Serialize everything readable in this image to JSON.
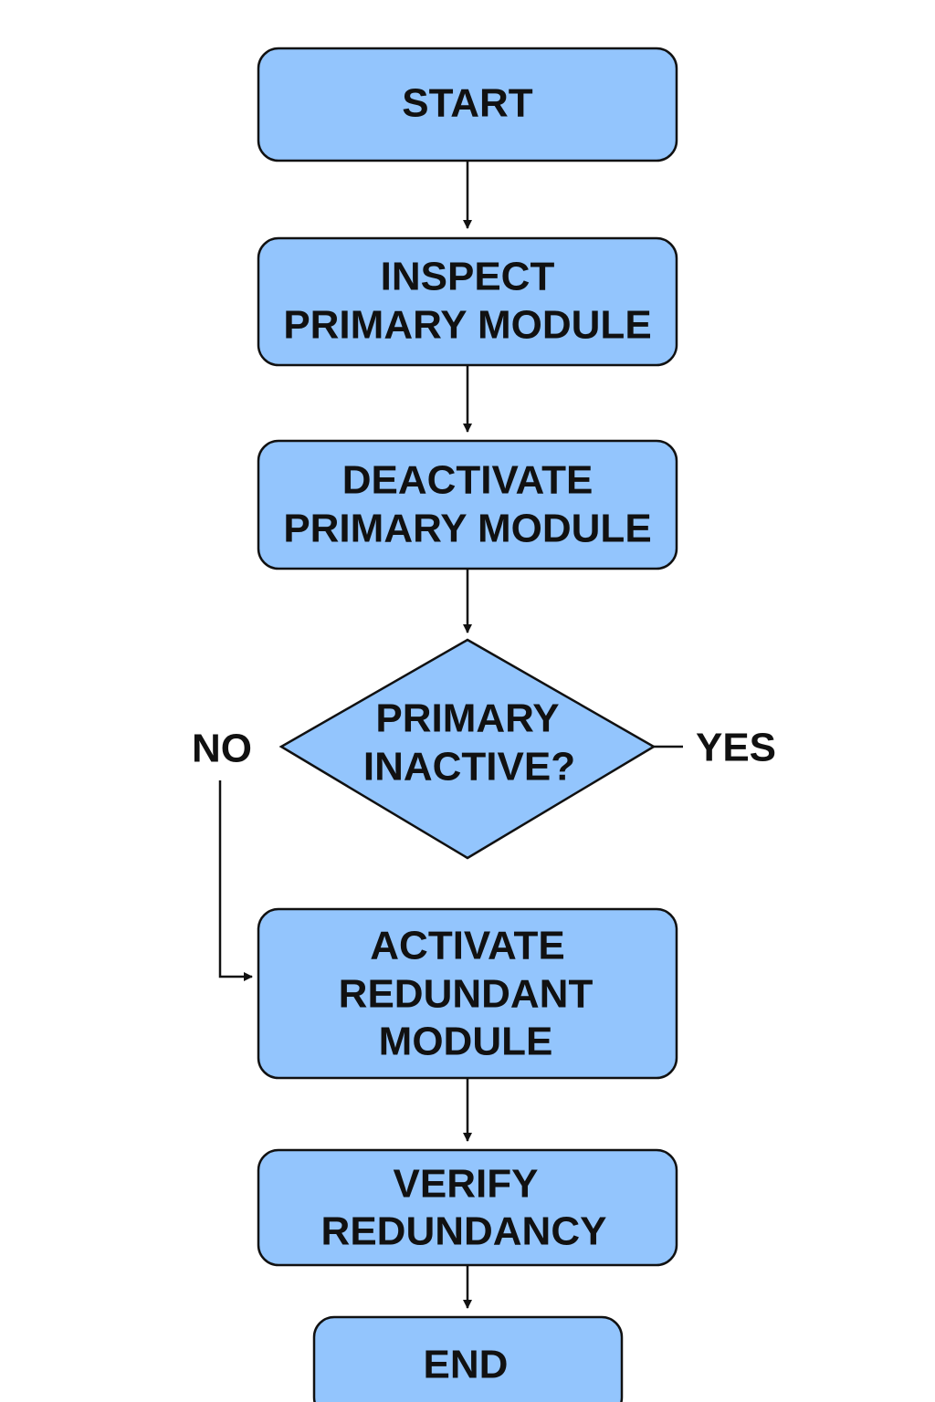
{
  "diagram": {
    "colors": {
      "node_fill": "#93c5fd",
      "node_stroke": "#111111",
      "text": "#111111",
      "line": "#111111"
    },
    "nodes": {
      "start": {
        "lines": [
          "START"
        ]
      },
      "inspect": {
        "lines": [
          "INSPECT",
          "PRIMARY MODULE"
        ]
      },
      "deactivate": {
        "lines": [
          "DEACTIVATE",
          "PRIMARY MODULE"
        ]
      },
      "decision": {
        "lines": [
          "PRIMARY",
          "INACTIVE?"
        ]
      },
      "activate": {
        "lines": [
          "ACTIVATE",
          "REDUNDANT",
          "MODULE"
        ]
      },
      "verify": {
        "lines": [
          "VERIFY",
          "REDUNDANCY"
        ]
      },
      "end": {
        "lines": [
          "END"
        ]
      }
    },
    "branch_labels": {
      "no": "NO",
      "yes": "YES"
    }
  }
}
